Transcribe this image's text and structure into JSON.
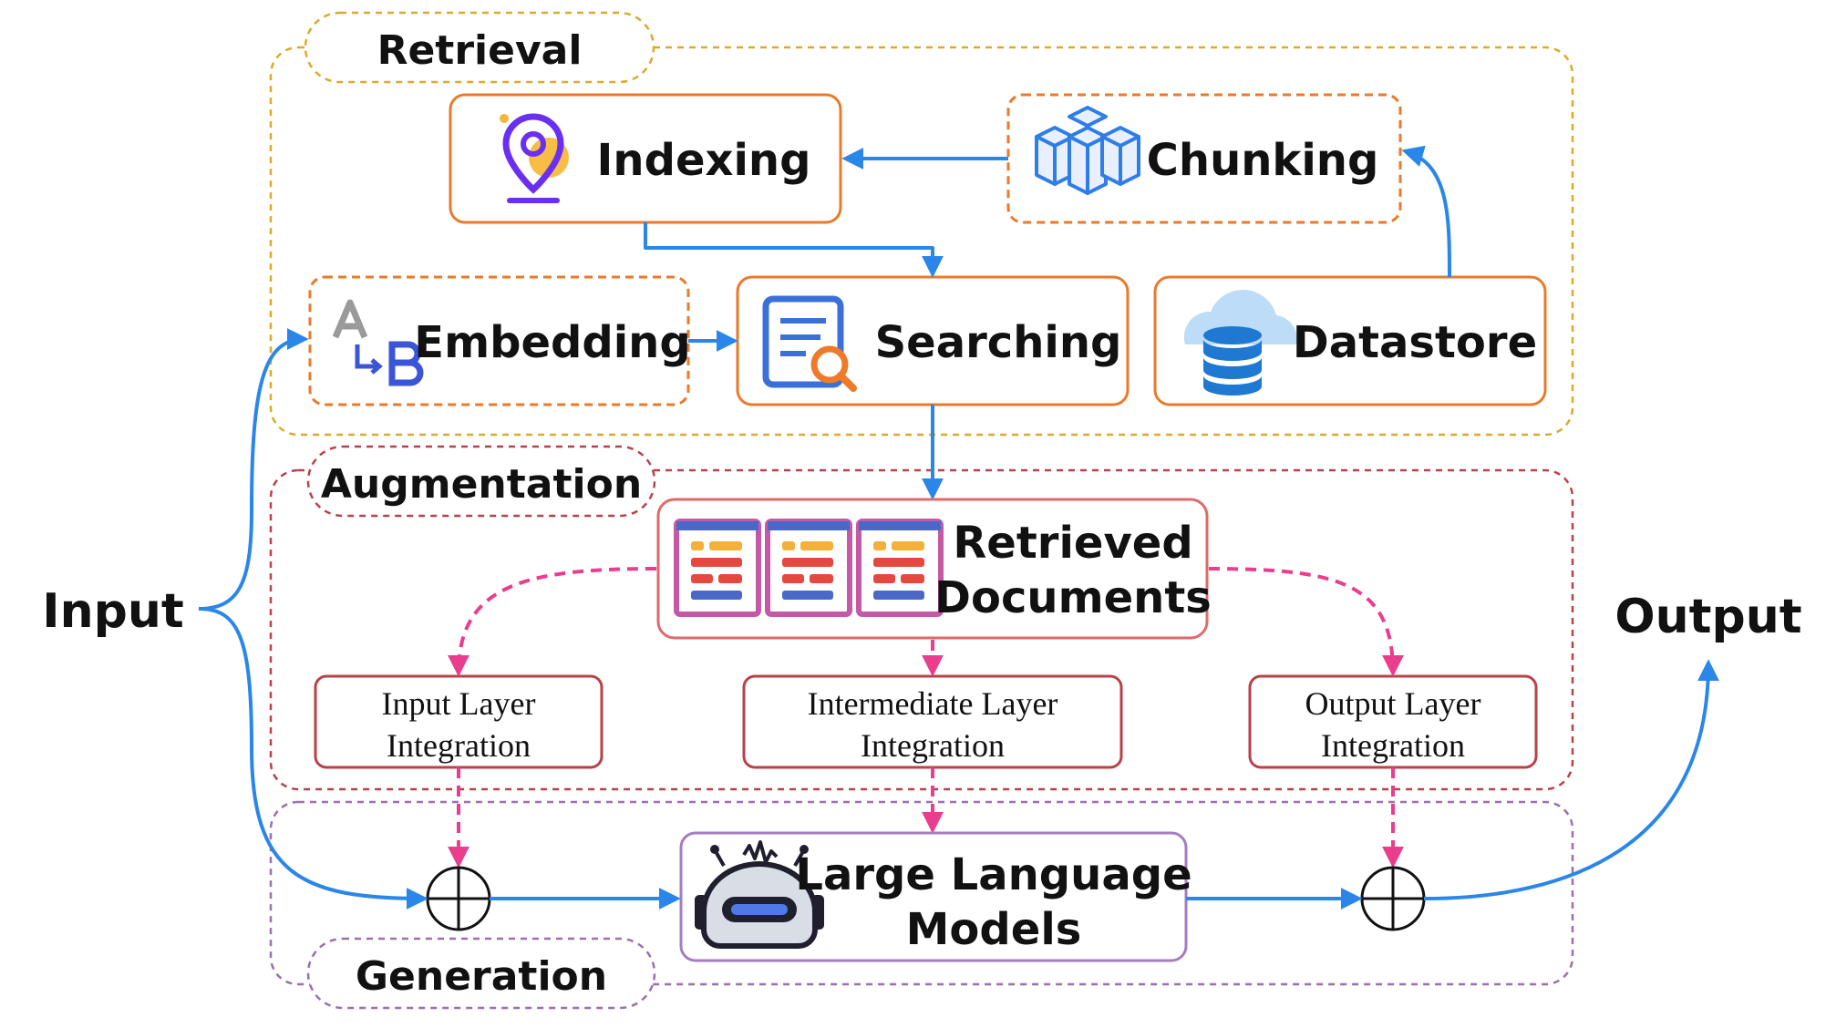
{
  "sections": {
    "retrieval": "Retrieval",
    "augmentation": "Augmentation",
    "generation": "Generation"
  },
  "nodes": {
    "indexing": "Indexing",
    "chunking": "Chunking",
    "embedding": "Embedding",
    "searching": "Searching",
    "datastore": "Datastore",
    "retrieved_documents": [
      "Retrieved",
      "Documents"
    ],
    "input_layer": [
      "Input Layer",
      "Integration"
    ],
    "intermediate_layer": [
      "Intermediate Layer",
      "Integration"
    ],
    "output_layer": [
      "Output Layer",
      "Integration"
    ],
    "llm": [
      "Large Language",
      "Models"
    ]
  },
  "io": {
    "input": "Input",
    "output": "Output"
  },
  "icons": {
    "indexing": "location-pin-icon",
    "chunking": "cubes-icon",
    "embedding": "a-to-b-icon",
    "searching": "document-search-icon",
    "datastore": "cloud-database-icon",
    "retrieved_documents": "documents-icon",
    "llm": "robot-icon",
    "sum": "circle-plus-icon"
  },
  "colors": {
    "retrieval_border": "#dcaa2a",
    "augmentation_border": "#b8424a",
    "generation_border": "#9b6fb0",
    "node_border": "#ea7a2a",
    "doc_border": "#e06a6a",
    "layer_border": "#b8424a",
    "llm_border": "#a57cc2",
    "flow_arrow": "#2a86e8",
    "integration_arrow": "#ea3d8e"
  }
}
